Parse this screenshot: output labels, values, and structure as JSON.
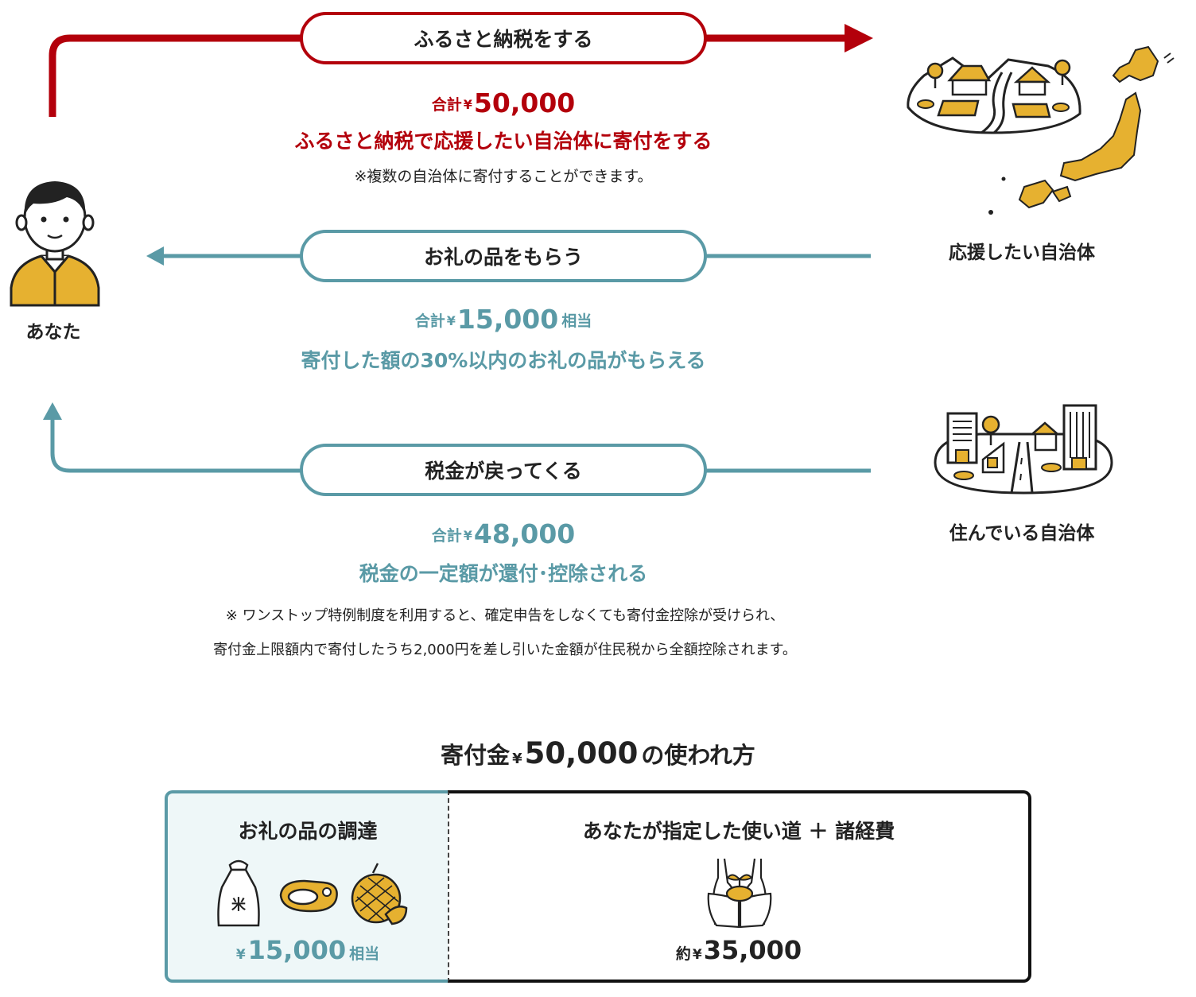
{
  "flow": {
    "step1": {
      "pill": "ふるさと納税をする",
      "sum_prefix": "合計",
      "yen": "¥",
      "amount": "50,000",
      "description": "ふるさと納税で応援したい自治体に寄付をする",
      "note": "※複数の自治体に寄付することができます。"
    },
    "step2": {
      "pill": "お礼の品をもらう",
      "sum_prefix": "合計",
      "yen": "¥",
      "amount": "15,000",
      "sum_suffix": "相当",
      "description": "寄付した額の30%以内のお礼の品がもらえる"
    },
    "step3": {
      "pill": "税金が戻ってくる",
      "sum_prefix": "合計",
      "yen": "¥",
      "amount": "48,000",
      "description": "税金の一定額が還付･控除される",
      "note_line1": "※ ワンストップ特例制度を利用すると、確定申告をしなくても寄付金控除が受けられ、",
      "note_line2": "寄付金上限額内で寄付したうち2,000円を差し引いた金額が住民税から全額控除されます。"
    }
  },
  "actors": {
    "you": "あなた",
    "support_municipality": "応援したい自治体",
    "home_municipality": "住んでいる自治体"
  },
  "breakdown": {
    "title_prefix": "寄付金",
    "title_yen": "¥",
    "title_amount": "50,000",
    "title_suffix": "の使われ方",
    "left": {
      "title": "お礼の品の調達",
      "yen": "¥",
      "amount": "15,000",
      "suffix": "相当",
      "rice_mark": "米"
    },
    "right": {
      "title": "あなたが指定した使い道 ＋ 諸経費",
      "prefix": "約",
      "yen": "¥",
      "amount": "35,000"
    }
  },
  "colors": {
    "red": "#b3000b",
    "teal": "#5a9aa6",
    "yellow": "#e6b130",
    "dark": "#222222"
  }
}
